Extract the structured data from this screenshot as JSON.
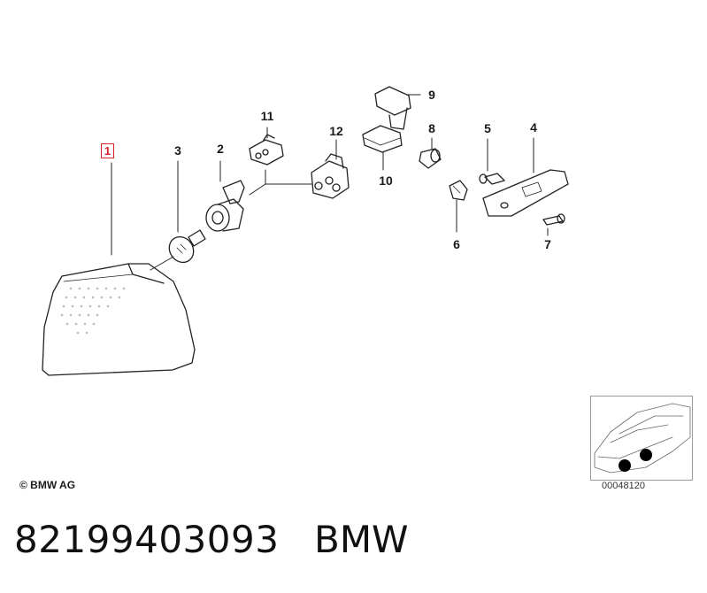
{
  "callouts": {
    "c1": "1",
    "c2": "2",
    "c3": "3",
    "c4": "4",
    "c5": "5",
    "c6": "6",
    "c7": "7",
    "c8": "8",
    "c9": "9",
    "c10": "10",
    "c11": "11",
    "c12": "12"
  },
  "copyright": "© BMW AG",
  "diagram_code": "00048120",
  "part_number": "82199403093",
  "brand": "BMW",
  "colors": {
    "highlight": "#d8232a",
    "line": "#1a1a1a"
  }
}
